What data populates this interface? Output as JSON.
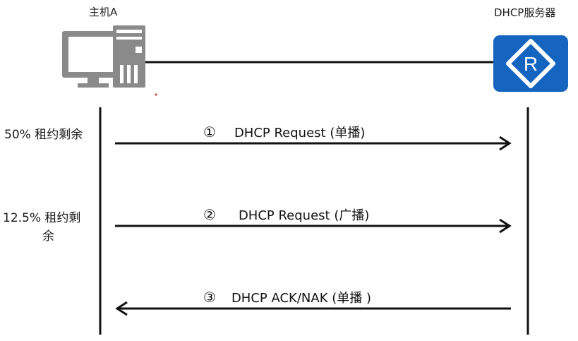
{
  "host": {
    "label": "主机A",
    "icon": "desktop-computer-icon"
  },
  "server": {
    "label": "DHCP服务器",
    "icon": "router-icon",
    "icon_letter": "R",
    "color": "#1565c0"
  },
  "messages": [
    {
      "number": "①",
      "text": "DHCP Request (单播)",
      "direction": "host-to-server",
      "side_label": "50% 租约剩余"
    },
    {
      "number": "②",
      "text": "DHCP Request (广播)",
      "direction": "host-to-server",
      "side_label_line1": "12.5% 租约剩",
      "side_label_line2": "余"
    },
    {
      "number": "③",
      "text": "DHCP ACK/NAK (单播 )",
      "direction": "server-to-host"
    }
  ]
}
